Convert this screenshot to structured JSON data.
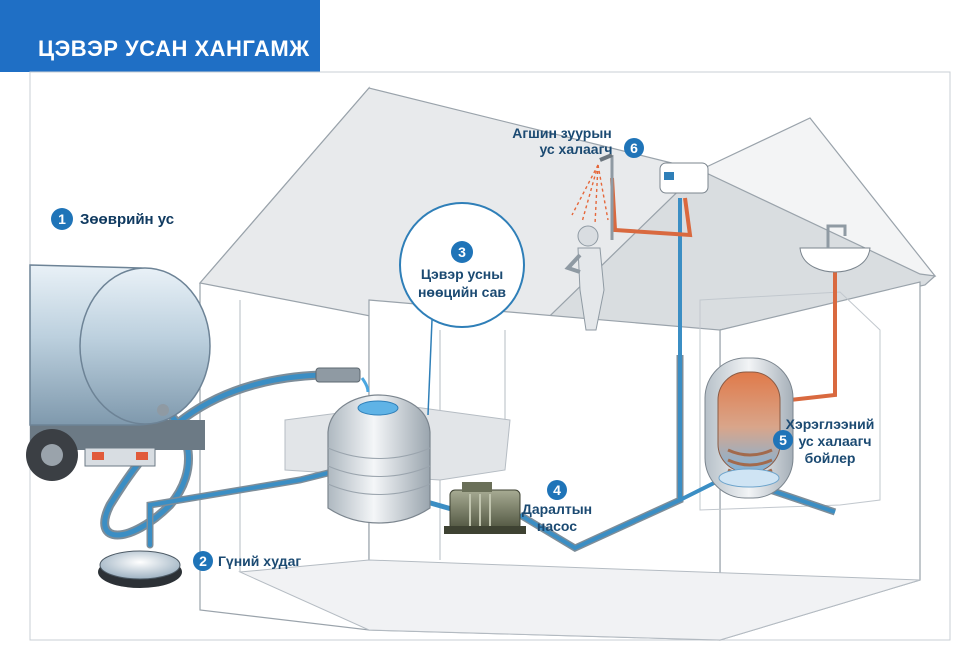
{
  "title": "ЦЭВЭР УСАН ХАНГАМЖ",
  "labels": {
    "l1": {
      "num": "1",
      "text": "Зөөврийн ус"
    },
    "l2": {
      "num": "2",
      "text": "Гүний худаг"
    },
    "l3": {
      "num": "3",
      "line1": "Цэвэр усны",
      "line2": "нөөцийн сав"
    },
    "l4": {
      "num": "4",
      "line1": "Даралтын",
      "line2": "насос"
    },
    "l5": {
      "num": "5",
      "line1": "Хэрэглээний",
      "line2": "ус халаагч",
      "line3": "бойлер"
    },
    "l6": {
      "num": "6",
      "line1": "Агшин зуурын",
      "line2": "ус халаагч"
    }
  },
  "colors": {
    "banner": "#1f6fc5",
    "cold_pipe": "#2f7fb8",
    "hot_pipe": "#d9693f",
    "label_text": "#1b4a72",
    "badge": "#1f74b8"
  },
  "icons": {
    "numbered_badge": "circle-number-icon",
    "shower": "shower-icon",
    "sink": "sink-icon",
    "pump": "pump-icon",
    "tank": "water-tank-icon",
    "tanker": "water-truck-icon",
    "well": "well-icon",
    "boiler": "boiler-icon",
    "heater": "instant-heater-icon"
  }
}
